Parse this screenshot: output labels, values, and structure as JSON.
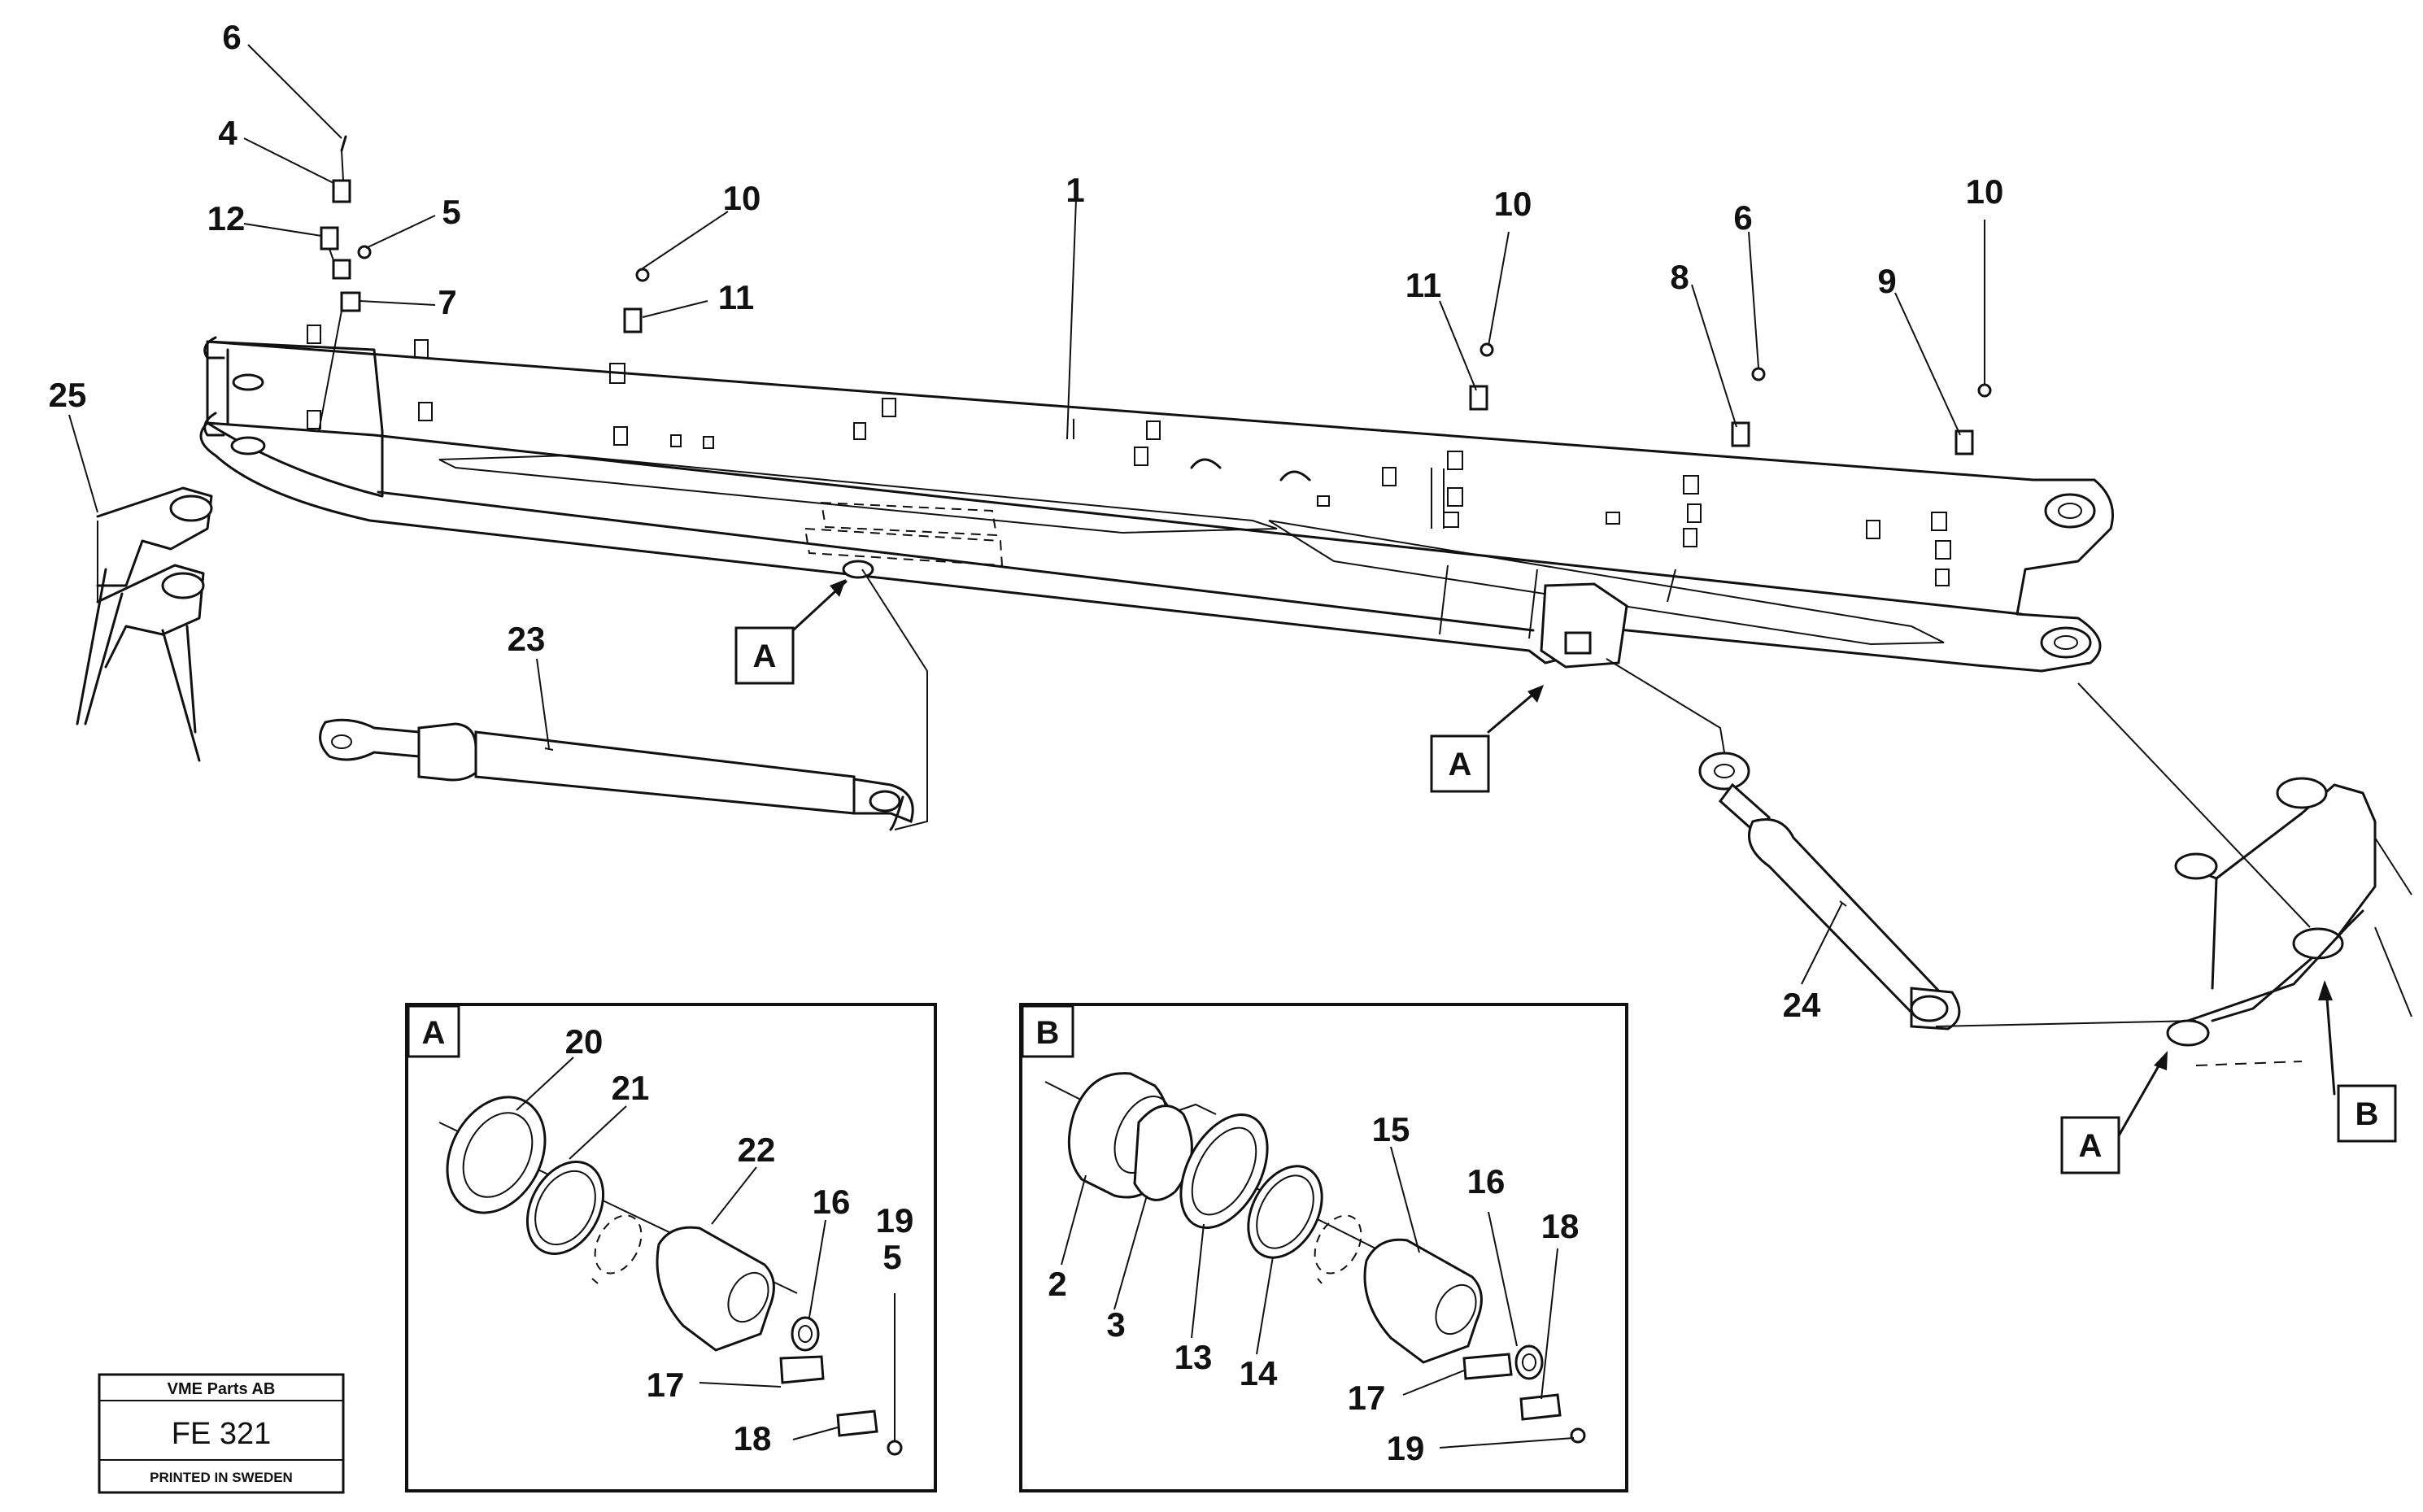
{
  "callouts": {
    "c1": "1",
    "c4": "4",
    "c5": "5",
    "c6a": "6",
    "c6b": "6",
    "c7": "7",
    "c8": "8",
    "c9": "9",
    "c10a": "10",
    "c10b": "10",
    "c10c": "10",
    "c11a": "11",
    "c11b": "11",
    "c12": "12",
    "c23": "23",
    "c24": "24",
    "c25": "25"
  },
  "ref_markers": {
    "a1": "A",
    "a2": "A",
    "a3": "A",
    "b1": "B"
  },
  "detail_a": {
    "title": "A",
    "labels": {
      "n20": "20",
      "n21": "21",
      "n22": "22",
      "n16": "16",
      "n19": "19",
      "n5": "5",
      "n17": "17",
      "n18": "18"
    }
  },
  "detail_b": {
    "title": "B",
    "labels": {
      "n2": "2",
      "n3": "3",
      "n13": "13",
      "n14": "14",
      "n15": "15",
      "n16": "16",
      "n17": "17",
      "n18": "18",
      "n19": "19"
    }
  },
  "title_block": {
    "company": "VME Parts AB",
    "code": "FE 321",
    "printed": "PRINTED IN SWEDEN"
  }
}
